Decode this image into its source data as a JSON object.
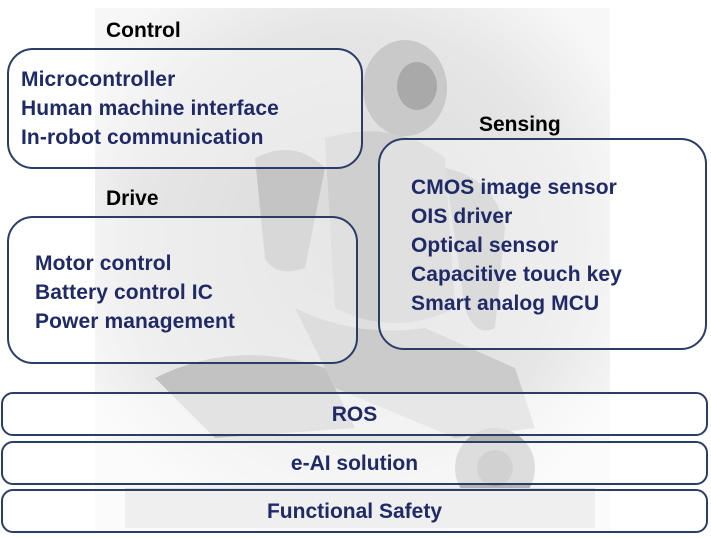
{
  "control": {
    "title": "Control",
    "items": [
      "Microcontroller",
      "Human machine interface",
      "In-robot communication"
    ]
  },
  "drive": {
    "title": "Drive",
    "items": [
      "Motor control",
      "Battery control IC",
      "Power management"
    ]
  },
  "sensing": {
    "title": "Sensing",
    "items": [
      "CMOS image sensor",
      "OIS driver",
      "Optical sensor",
      "Capacitive touch key",
      "Smart analog MCU"
    ]
  },
  "layers": [
    "ROS",
    "e-AI solution",
    "Functional Safety"
  ],
  "colors": {
    "border": "#2b3d66",
    "text": "#1f2a66",
    "title": "#000000"
  }
}
